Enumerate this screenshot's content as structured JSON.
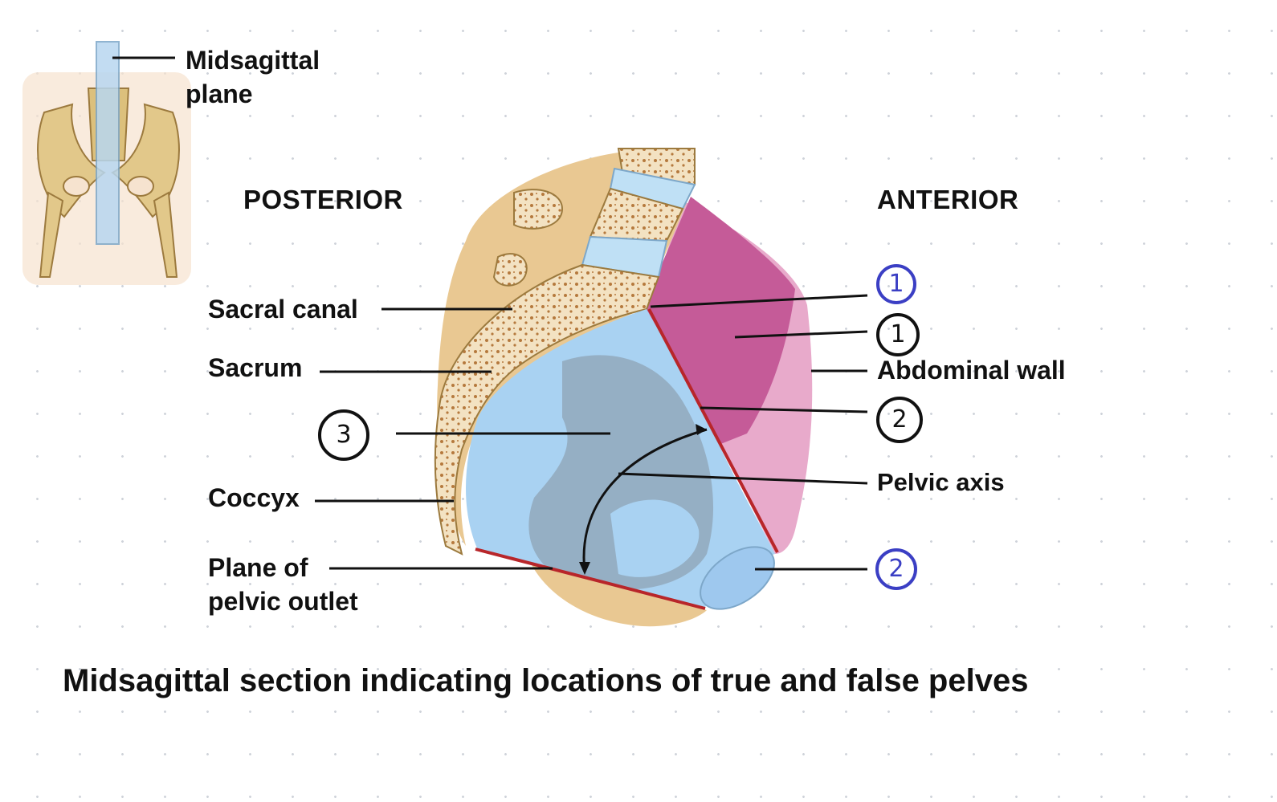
{
  "inset": {
    "label": "Midsagittal\nplane"
  },
  "directions": {
    "posterior": "POSTERIOR",
    "anterior": "ANTERIOR"
  },
  "labels": {
    "sacral_canal": "Sacral canal",
    "sacrum": "Sacrum",
    "coccyx": "Coccyx",
    "plane_of_pelvic_outlet": "Plane of\npelvic outlet",
    "abdominal_wall": "Abdominal wall",
    "pelvic_axis": "Pelvic axis"
  },
  "handwritten": {
    "mark_1_blue": "1",
    "mark_1_black": "1",
    "mark_2_black": "2",
    "mark_3_black": "3",
    "mark_2_blue": "2"
  },
  "caption": "Midsagittal section indicating locations of true and false pelves",
  "colors": {
    "bone": "#e9c892",
    "bone_spongy": "#c98f55",
    "cavity_blue": "#a9d2f2",
    "cavity_shadow": "#8fa3b4",
    "abdominal_wall_pink": "#e6a3c7",
    "muscle_magenta": "#c55b98",
    "plane_line_red": "#b8262a",
    "handwriting_blue": "#3b3fc4"
  }
}
